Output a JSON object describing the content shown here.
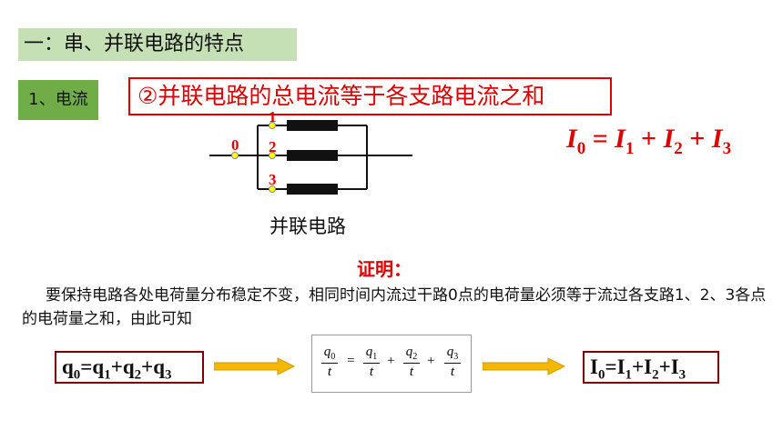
{
  "header": {
    "title": "一：串、并联电路的特点"
  },
  "section": {
    "label": "1、电流"
  },
  "rule": {
    "text": "②并联电路的总电流等于各支路电流之和"
  },
  "formula": {
    "I": "I",
    "s0": "0",
    "s1": "1",
    "s2": "2",
    "s3": "3",
    "eq": " = ",
    "plus": " + "
  },
  "circuit": {
    "caption": "并联电路",
    "node_labels": [
      "0",
      "1",
      "2",
      "3"
    ]
  },
  "proof": {
    "label": "证明：",
    "text": "要保持电路各处电荷量分布稳定不变，相同时间内流过干路0点的电荷量必须等于流过各支路1、2、3各点的电荷量之和，由此可知"
  },
  "eq1": {
    "q": "q",
    "s0": "0",
    "eq": "=",
    "s1": "1",
    "plus": "+",
    "s2": "2",
    "s3": "3"
  },
  "eq2": {
    "q": "q",
    "t": "t",
    "s0": "0",
    "s1": "1",
    "s2": "2",
    "s3": "3",
    "eq": "=",
    "plus": "+"
  },
  "eq3": {
    "I": "I",
    "s0": "0",
    "eq": "=",
    "s1": "1",
    "plus": "+",
    "s2": "2",
    "s3": "3"
  },
  "colors": {
    "accent_red": "#e00000",
    "title_bg": "#c5e0b4",
    "section_bg": "#70ad47",
    "arrow": "#f5b800"
  }
}
